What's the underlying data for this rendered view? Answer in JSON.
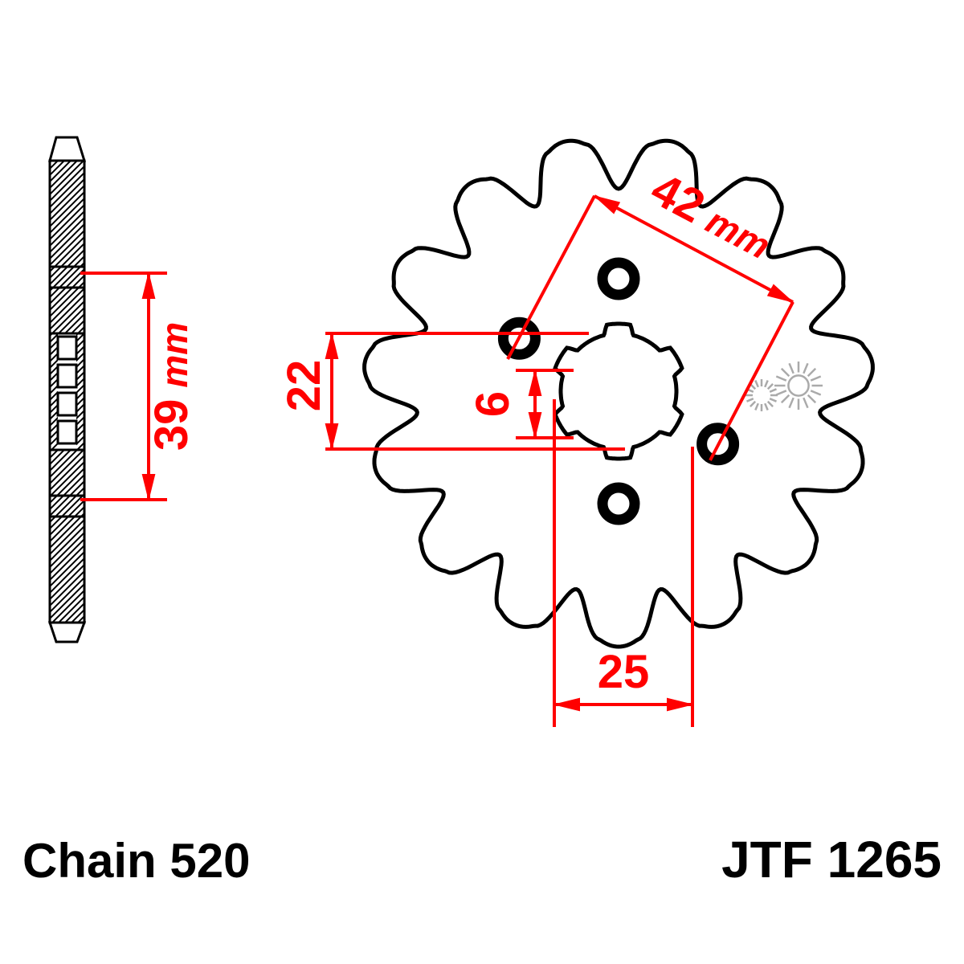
{
  "diagram": {
    "labels": {
      "chain": "Chain 520",
      "part_number": "JTF 1265"
    },
    "dimensions": {
      "bolt_circle": {
        "value": "42",
        "unit": "mm"
      },
      "overall_width": {
        "value": "39",
        "unit": "mm"
      },
      "bore": {
        "value": "22"
      },
      "spline": {
        "value": "6"
      },
      "hub": {
        "value": "25"
      }
    },
    "colors": {
      "dimension": "#ff0000",
      "line": "#000000",
      "background": "#ffffff",
      "watermark": "#aaaaaa"
    }
  }
}
